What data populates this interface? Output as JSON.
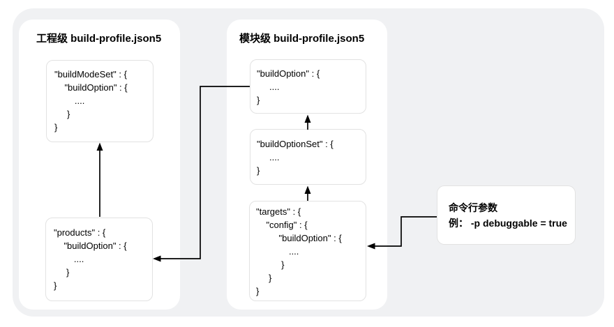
{
  "project_panel": {
    "title": "工程级 build-profile.json5",
    "boxes": [
      {
        "name": "buildModeSet",
        "code": "\"buildModeSet\" : {\n    \"buildOption\" : {\n        ....\n     }\n}"
      },
      {
        "name": "products",
        "code": "\"products\" : {\n    \"buildOption\" : {\n        ....\n     }\n}"
      }
    ]
  },
  "module_panel": {
    "title": "模块级 build-profile.json5",
    "boxes": [
      {
        "name": "buildOption",
        "code": "\"buildOption\" : {\n     ....\n}"
      },
      {
        "name": "buildOptionSet",
        "code": "\"buildOptionSet\" : {\n     ....\n}"
      },
      {
        "name": "targets",
        "code": "\"targets\" : {\n    \"config\" : {\n         \"buildOption\" : {\n             ....\n          }\n     }\n}"
      }
    ]
  },
  "command_box": {
    "title": "命令行参数",
    "example": "例： -p debuggable = true"
  },
  "arrows": [
    {
      "from": "products",
      "to": "buildModeSet"
    },
    {
      "from": "module buildOption",
      "to": "products"
    },
    {
      "from": "buildOptionSet",
      "to": "buildOption"
    },
    {
      "from": "targets",
      "to": "buildOptionSet"
    },
    {
      "from": "command line parameters",
      "to": "targets"
    }
  ],
  "colors": {
    "canvas_bg": "#f0f1f3",
    "panel_bg": "#ffffff",
    "box_border": "#e2e2e2",
    "arrow": "#000000",
    "text": "#000000"
  }
}
